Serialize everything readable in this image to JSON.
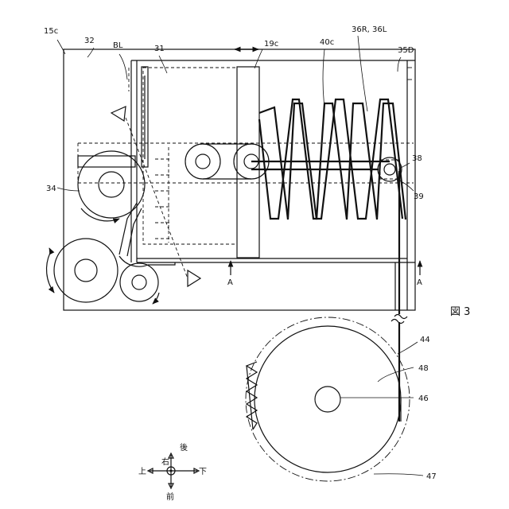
{
  "figure": {
    "caption": "図 3",
    "ref_15c": "15c",
    "ref_32": "32",
    "ref_BL": "BL",
    "ref_31": "31",
    "ref_19c": "19c",
    "ref_40c": "40c",
    "ref_36": "36R, 36L",
    "ref_35D": "35D",
    "ref_38": "38",
    "ref_39": "39",
    "ref_34": "34",
    "ref_A_top": "A",
    "ref_A_bottom": "A",
    "ref_44": "44",
    "ref_48": "48",
    "ref_46": "46",
    "ref_47": "47"
  },
  "direction_legend": {
    "up": "上",
    "down": "下",
    "right": "右",
    "rear": "後",
    "front": "前"
  }
}
